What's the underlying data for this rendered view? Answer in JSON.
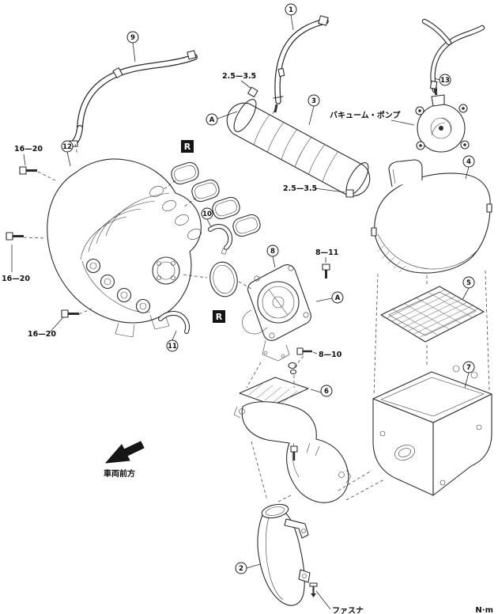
{
  "figure": {
    "units": "N·m",
    "ref_letter": "A",
    "reuse_marker": "R",
    "labels": {
      "vacuum_pump": "バキューム・ポンプ",
      "vehicle_front": "車両前方",
      "fastener": "ファスナ"
    },
    "torques": {
      "hose_clamp": "2.5—3.5",
      "manifold_bolt": "16—20",
      "throttle_bolt_upper": "8—11",
      "throttle_bolt_lower": "8—10"
    },
    "callouts": {
      "1": "1",
      "2": "2",
      "3": "3",
      "4": "4",
      "5": "5",
      "6": "6",
      "7": "7",
      "8": "8",
      "9": "9",
      "10": "10",
      "11": "11",
      "12": "12",
      "13": "13"
    }
  }
}
